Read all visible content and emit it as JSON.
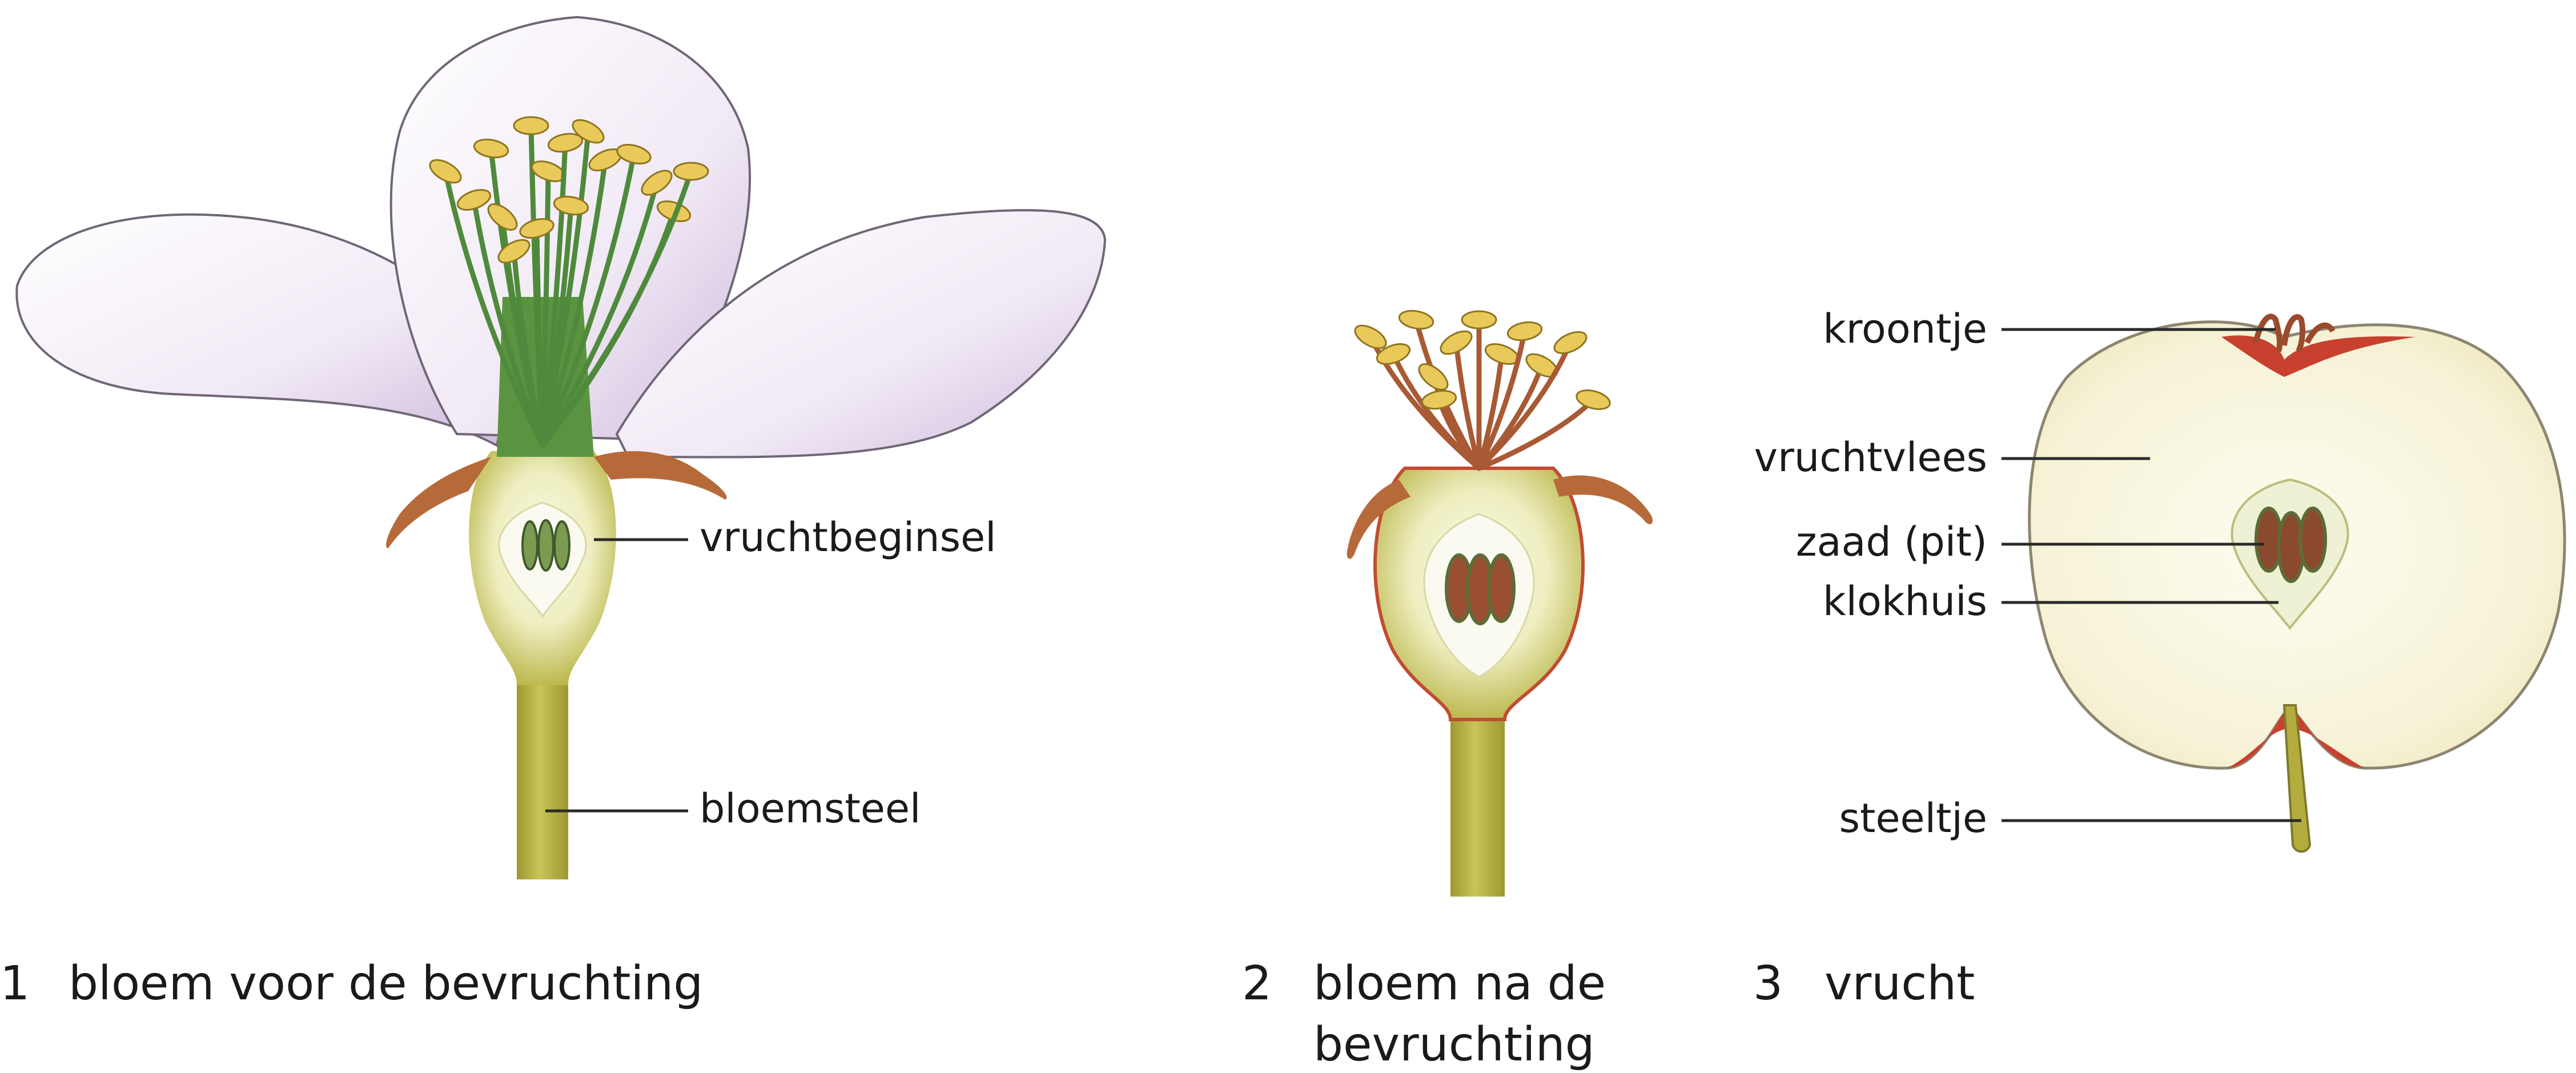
{
  "figures": [
    {
      "number": "1",
      "caption_lines": [
        "bloem voor de bevruchting"
      ],
      "labels": [
        "vruchtbeginsel",
        "bloemsteel"
      ]
    },
    {
      "number": "2",
      "caption_lines": [
        "bloem na de",
        "bevruchting"
      ],
      "labels": []
    },
    {
      "number": "3",
      "caption_lines": [
        "vrucht"
      ],
      "labels": [
        "kroontje",
        "vruchtvlees",
        "zaad (pit)",
        "klokhuis",
        "steeltje"
      ]
    }
  ],
  "colors": {
    "petal": "#efe6f3",
    "petal_shade": "#c8b6d6",
    "stem": "#b7b240",
    "receptacle_light": "#f3f2cc",
    "stamen_green": "#4f8a3c",
    "anther": "#e9c95a",
    "apple_flesh": "#f7f4dc",
    "apple_red": "#c8402e",
    "seed": "#8b4a2f"
  }
}
